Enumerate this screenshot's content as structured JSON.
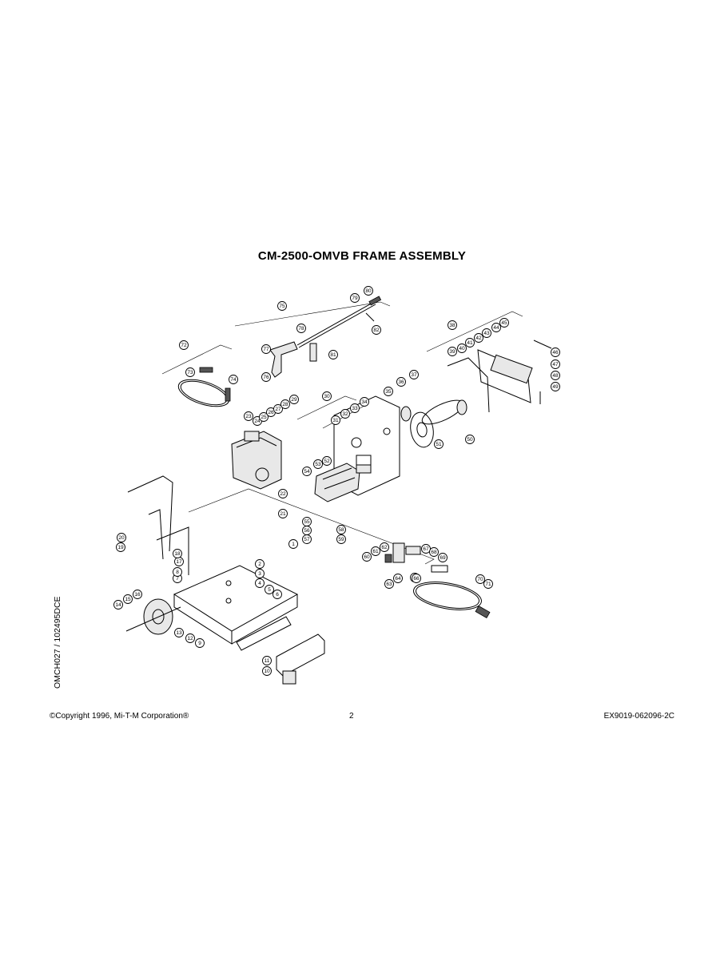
{
  "title": "CM-2500-OMVB FRAME ASSEMBLY",
  "side_code": "OMCH027 / 102495DCE",
  "footer": {
    "copyright": "©Copyright  1996, Mi-T-M Corporation®",
    "page_number": "2",
    "doc_code": "EX9019-062096-2C"
  },
  "callouts": [
    "1",
    "2",
    "3",
    "4",
    "5",
    "6",
    "7",
    "8",
    "9",
    "10",
    "11",
    "12",
    "13",
    "14",
    "15",
    "16",
    "17",
    "18",
    "19",
    "20",
    "21",
    "22",
    "23",
    "24",
    "25",
    "26",
    "27",
    "28",
    "29",
    "30",
    "31",
    "32",
    "33",
    "34",
    "35",
    "36",
    "37",
    "38",
    "39",
    "40",
    "41",
    "42",
    "43",
    "44",
    "45",
    "46",
    "47",
    "48",
    "49",
    "50",
    "51",
    "52",
    "53",
    "54",
    "55",
    "56",
    "57",
    "58",
    "59",
    "60",
    "61",
    "62",
    "63",
    "64",
    "65",
    "66",
    "67",
    "68",
    "69",
    "70",
    "71",
    "72",
    "73",
    "74",
    "75",
    "76",
    "77",
    "78",
    "79",
    "80",
    "81",
    "82"
  ]
}
